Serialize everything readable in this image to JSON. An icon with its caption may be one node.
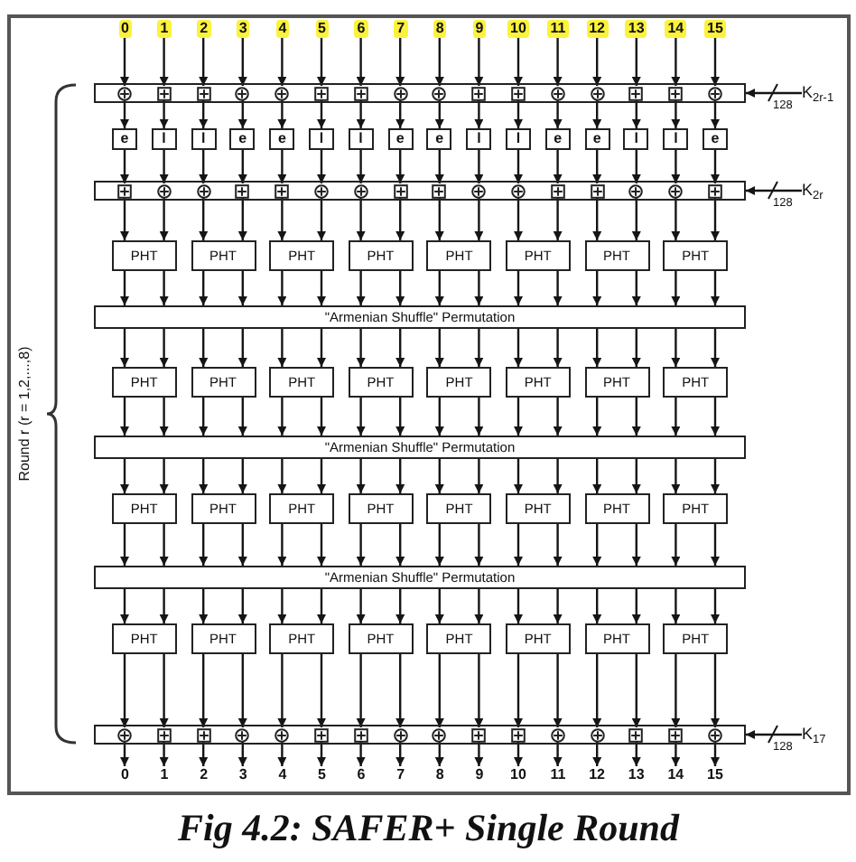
{
  "diagram": {
    "caption": "Fig 4.2: SAFER+ Single Round",
    "nodes": [
      {
        "text": [
          "0"
        ]
      },
      {
        "text": [
          "1"
        ]
      },
      {
        "text": [
          "2"
        ]
      },
      {
        "text": [
          "3"
        ]
      },
      {
        "text": [
          "4"
        ]
      },
      {
        "text": [
          "5"
        ]
      },
      {
        "text": [
          "6"
        ]
      },
      {
        "text": [
          "7"
        ]
      },
      {
        "text": [
          "8"
        ]
      },
      {
        "text": [
          "9"
        ]
      },
      {
        "text": [
          "10"
        ]
      },
      {
        "text": [
          "11"
        ]
      },
      {
        "text": [
          "12"
        ]
      },
      {
        "text": [
          "13"
        ]
      },
      {
        "text": [
          "14"
        ]
      },
      {
        "text": [
          "15"
        ]
      },
      {
        "text": [],
        "shape": "bar"
      },
      {
        "text": [],
        "shape": "circle",
        "in": 16
      },
      {
        "text": [],
        "shape": "box",
        "in": 16
      },
      {
        "text": [],
        "shape": "box",
        "in": 16
      },
      {
        "text": [],
        "shape": "circle",
        "in": 16
      },
      {
        "text": [],
        "shape": "circle",
        "in": 16
      },
      {
        "text": [],
        "shape": "box",
        "in": 16
      },
      {
        "text": [],
        "shape": "box",
        "in": 16
      },
      {
        "text": [],
        "shape": "circle",
        "in": 16
      },
      {
        "text": [],
        "shape": "circle",
        "in": 16
      },
      {
        "text": [],
        "shape": "box",
        "in": 16
      },
      {
        "text": [],
        "shape": "box",
        "in": 16
      },
      {
        "text": [],
        "shape": "circle",
        "in": 16
      },
      {
        "text": [],
        "shape": "circle",
        "in": 16
      },
      {
        "text": [],
        "shape": "box",
        "in": 16
      },
      {
        "text": [],
        "shape": "box",
        "in": 16
      },
      {
        "text": [],
        "shape": "circle",
        "in": 16
      },
      {
        "text": [
          "K$_{2r-1}$"
        ]
      },
      {
        "text": [
          "e"
        ]
      },
      {
        "text": [
          "l"
        ]
      },
      {
        "text": [
          "l"
        ]
      },
      {
        "text": [
          "e"
        ]
      },
      {
        "text": [
          "e"
        ]
      },
      {
        "text": [
          "l"
        ]
      },
      {
        "text": [
          "l"
        ]
      },
      {
        "text": [
          "e"
        ]
      },
      {
        "text": [
          "e"
        ]
      },
      {
        "text": [
          "l"
        ]
      },
      {
        "text": [
          "l"
        ]
      },
      {
        "text": [
          "e"
        ]
      },
      {
        "text": [
          "e"
        ]
      },
      {
        "text": [
          "l"
        ]
      },
      {
        "text": [
          "l"
        ]
      },
      {
        "text": [
          "e"
        ]
      },
      {
        "text": [],
        "shape": "bar"
      },
      {
        "text": [],
        "shape": "box",
        "in": 50
      },
      {
        "text": [],
        "shape": "circle",
        "in": 50
      },
      {
        "text": [],
        "shape": "circle",
        "in": 50
      },
      {
        "text": [],
        "shape": "box",
        "in": 50
      },
      {
        "text": [],
        "shape": "box",
        "in": 50
      },
      {
        "text": [],
        "shape": "circle",
        "in": 50
      },
      {
        "text": [],
        "shape": "circle",
        "in": 50
      },
      {
        "text": [],
        "shape": "box",
        "in": 50
      },
      {
        "text": [],
        "shape": "box",
        "in": 50
      },
      {
        "text": [],
        "shape": "circle",
        "in": 50
      },
      {
        "text": [],
        "shape": "circle",
        "in": 50
      },
      {
        "text": [],
        "shape": "box",
        "in": 50
      },
      {
        "text": [],
        "shape": "box",
        "in": 50
      },
      {
        "text": [],
        "shape": "circle",
        "in": 50
      },
      {
        "text": [],
        "shape": "circle",
        "in": 50
      },
      {
        "text": [],
        "shape": "box",
        "in": 50
      },
      {
        "text": [
          "K$_{2r}$"
        ]
      },
      {
        "text": [
          "PHT"
        ]
      },
      {
        "text": [
          "PHT"
        ]
      },
      {
        "text": [
          "PHT"
        ]
      },
      {
        "text": [
          "PHT"
        ]
      },
      {
        "text": [
          "PHT"
        ]
      },
      {
        "text": [
          "PHT"
        ]
      },
      {
        "text": [
          "PHT"
        ]
      },
      {
        "text": [
          "PHT"
        ]
      },
      {
        "text": [
          "\"Armenian Shuffle\" Permutation"
        ]
      },
      {
        "text": [
          "PHT"
        ]
      },
      {
        "text": [
          "PHT"
        ]
      },
      {
        "text": [
          "PHT"
        ]
      },
      {
        "text": [
          "PHT"
        ]
      },
      {
        "text": [
          "PHT"
        ]
      },
      {
        "text": [
          "PHT"
        ]
      },
      {
        "text": [
          "PHT"
        ]
      },
      {
        "text": [
          "PHT"
        ]
      },
      {
        "text": [
          "\"Armenian Shuffle\" Permutation"
        ]
      },
      {
        "text": [
          "PHT"
        ]
      },
      {
        "text": [
          "PHT"
        ]
      },
      {
        "text": [
          "PHT"
        ]
      },
      {
        "text": [
          "PHT"
        ]
      },
      {
        "text": [
          "PHT"
        ]
      },
      {
        "text": [
          "PHT"
        ]
      },
      {
        "text": [
          "PHT"
        ]
      },
      {
        "text": [
          "PHT"
        ]
      },
      {
        "text": [
          "\"Armenian Shuffle\" Permutation"
        ]
      },
      {
        "text": [
          "PHT"
        ]
      },
      {
        "text": [
          "PHT"
        ]
      },
      {
        "text": [
          "PHT"
        ]
      },
      {
        "text": [
          "PHT"
        ]
      },
      {
        "text": [
          "PHT"
        ]
      },
      {
        "text": [
          "PHT"
        ]
      },
      {
        "text": [
          "PHT"
        ]
      },
      {
        "text": [
          "PHT"
        ]
      },
      {
        "text": [],
        "shape": "bar"
      },
      {
        "text": [],
        "shape": "circle",
        "in": 103
      },
      {
        "text": [],
        "shape": "box",
        "in": 103
      },
      {
        "text": [],
        "shape": "box",
        "in": 103
      },
      {
        "text": [],
        "shape": "circle",
        "in": 103
      },
      {
        "text": [],
        "shape": "circle",
        "in": 103
      },
      {
        "text": [],
        "shape": "box",
        "in": 103
      },
      {
        "text": [],
        "shape": "box",
        "in": 103
      },
      {
        "text": [],
        "shape": "circle",
        "in": 103
      },
      {
        "text": [],
        "shape": "circle",
        "in": 103
      },
      {
        "text": [],
        "shape": "box",
        "in": 103
      },
      {
        "text": [],
        "shape": "box",
        "in": 103
      },
      {
        "text": [],
        "shape": "circle",
        "in": 103
      },
      {
        "text": [],
        "shape": "circle",
        "in": 103
      },
      {
        "text": [],
        "shape": "box",
        "in": 103
      },
      {
        "text": [],
        "shape": "box",
        "in": 103
      },
      {
        "text": [],
        "shape": "circle",
        "in": 103
      },
      {
        "text": [
          "K$_{17}$"
        ]
      },
      {
        "text": [
          "0"
        ]
      },
      {
        "text": [
          "1"
        ]
      },
      {
        "text": [
          "2"
        ]
      },
      {
        "text": [
          "3"
        ]
      },
      {
        "text": [
          "4"
        ]
      },
      {
        "text": [
          "5"
        ]
      },
      {
        "text": [
          "6"
        ]
      },
      {
        "text": [
          "7"
        ]
      },
      {
        "text": [
          "8"
        ]
      },
      {
        "text": [
          "9"
        ]
      },
      {
        "text": [
          "10"
        ]
      },
      {
        "text": [
          "11"
        ]
      },
      {
        "text": [
          "12"
        ]
      },
      {
        "text": [
          "13"
        ]
      },
      {
        "text": [
          "14"
        ]
      },
      {
        "text": [
          "15"
        ]
      }
    ],
    "edges": [
      {
        "from": 0,
        "to": 17,
        "arrow": "to"
      },
      {
        "from": 1,
        "to": 18,
        "arrow": "to"
      },
      {
        "from": 2,
        "to": 19,
        "arrow": "to"
      },
      {
        "from": 3,
        "to": 20,
        "arrow": "to"
      },
      {
        "from": 4,
        "to": 21,
        "arrow": "to"
      },
      {
        "from": 5,
        "to": 22,
        "arrow": "to"
      },
      {
        "from": 6,
        "to": 23,
        "arrow": "to"
      },
      {
        "from": 7,
        "to": 24,
        "arrow": "to"
      },
      {
        "from": 8,
        "to": 25,
        "arrow": "to"
      },
      {
        "from": 9,
        "to": 26,
        "arrow": "to"
      },
      {
        "from": 10,
        "to": 27,
        "arrow": "to"
      },
      {
        "from": 11,
        "to": 28,
        "arrow": "to"
      },
      {
        "from": 12,
        "to": 29,
        "arrow": "to"
      },
      {
        "from": 13,
        "to": 30,
        "arrow": "to"
      },
      {
        "from": 14,
        "to": 31,
        "arrow": "to"
      },
      {
        "from": 15,
        "to": 32,
        "arrow": "to"
      },
      {
        "from": 33,
        "to": 16,
        "arrow": "to",
        "label": "128"
      },
      {
        "from": 17,
        "to": 34,
        "arrow": "to"
      },
      {
        "from": 18,
        "to": 35,
        "arrow": "to"
      },
      {
        "from": 19,
        "to": 36,
        "arrow": "to"
      },
      {
        "from": 20,
        "to": 37,
        "arrow": "to"
      },
      {
        "from": 21,
        "to": 38,
        "arrow": "to"
      },
      {
        "from": 22,
        "to": 39,
        "arrow": "to"
      },
      {
        "from": 23,
        "to": 40,
        "arrow": "to"
      },
      {
        "from": 24,
        "to": 41,
        "arrow": "to"
      },
      {
        "from": 25,
        "to": 42,
        "arrow": "to"
      },
      {
        "from": 26,
        "to": 43,
        "arrow": "to"
      },
      {
        "from": 27,
        "to": 44,
        "arrow": "to"
      },
      {
        "from": 28,
        "to": 45,
        "arrow": "to"
      },
      {
        "from": 29,
        "to": 46,
        "arrow": "to"
      },
      {
        "from": 30,
        "to": 47,
        "arrow": "to"
      },
      {
        "from": 31,
        "to": 48,
        "arrow": "to"
      },
      {
        "from": 32,
        "to": 49,
        "arrow": "to"
      },
      {
        "from": 34,
        "to": 51,
        "arrow": "to"
      },
      {
        "from": 35,
        "to": 52,
        "arrow": "to"
      },
      {
        "from": 36,
        "to": 53,
        "arrow": "to"
      },
      {
        "from": 37,
        "to": 54,
        "arrow": "to"
      },
      {
        "from": 38,
        "to": 55,
        "arrow": "to"
      },
      {
        "from": 39,
        "to": 56,
        "arrow": "to"
      },
      {
        "from": 40,
        "to": 57,
        "arrow": "to"
      },
      {
        "from": 41,
        "to": 58,
        "arrow": "to"
      },
      {
        "from": 42,
        "to": 59,
        "arrow": "to"
      },
      {
        "from": 43,
        "to": 60,
        "arrow": "to"
      },
      {
        "from": 44,
        "to": 61,
        "arrow": "to"
      },
      {
        "from": 45,
        "to": 62,
        "arrow": "to"
      },
      {
        "from": 46,
        "to": 63,
        "arrow": "to"
      },
      {
        "from": 47,
        "to": 64,
        "arrow": "to"
      },
      {
        "from": 48,
        "to": 65,
        "arrow": "to"
      },
      {
        "from": 49,
        "to": 66,
        "arrow": "to"
      },
      {
        "from": 67,
        "to": 50,
        "arrow": "to",
        "label": "128"
      },
      {
        "from": 51,
        "to": 68,
        "arrow": "to"
      },
      {
        "from": 52,
        "to": 68,
        "arrow": "to"
      },
      {
        "from": 53,
        "to": 69,
        "arrow": "to"
      },
      {
        "from": 54,
        "to": 69,
        "arrow": "to"
      },
      {
        "from": 55,
        "to": 70,
        "arrow": "to"
      },
      {
        "from": 56,
        "to": 70,
        "arrow": "to"
      },
      {
        "from": 57,
        "to": 71,
        "arrow": "to"
      },
      {
        "from": 58,
        "to": 71,
        "arrow": "to"
      },
      {
        "from": 59,
        "to": 72,
        "arrow": "to"
      },
      {
        "from": 60,
        "to": 72,
        "arrow": "to"
      },
      {
        "from": 61,
        "to": 73,
        "arrow": "to"
      },
      {
        "from": 62,
        "to": 73,
        "arrow": "to"
      },
      {
        "from": 63,
        "to": 74,
        "arrow": "to"
      },
      {
        "from": 64,
        "to": 74,
        "arrow": "to"
      },
      {
        "from": 65,
        "to": 75,
        "arrow": "to"
      },
      {
        "from": 66,
        "to": 75,
        "arrow": "to"
      },
      {
        "from": 68,
        "to": 76,
        "arrow": "to"
      },
      {
        "from": 68,
        "to": 76,
        "arrow": "to"
      },
      {
        "from": 69,
        "to": 76,
        "arrow": "to"
      },
      {
        "from": 69,
        "to": 76,
        "arrow": "to"
      },
      {
        "from": 70,
        "to": 76,
        "arrow": "to"
      },
      {
        "from": 70,
        "to": 76,
        "arrow": "to"
      },
      {
        "from": 71,
        "to": 76,
        "arrow": "to"
      },
      {
        "from": 71,
        "to": 76,
        "arrow": "to"
      },
      {
        "from": 72,
        "to": 76,
        "arrow": "to"
      },
      {
        "from": 72,
        "to": 76,
        "arrow": "to"
      },
      {
        "from": 73,
        "to": 76,
        "arrow": "to"
      },
      {
        "from": 73,
        "to": 76,
        "arrow": "to"
      },
      {
        "from": 74,
        "to": 76,
        "arrow": "to"
      },
      {
        "from": 74,
        "to": 76,
        "arrow": "to"
      },
      {
        "from": 75,
        "to": 76,
        "arrow": "to"
      },
      {
        "from": 75,
        "to": 76,
        "arrow": "to"
      },
      {
        "from": 76,
        "to": 77,
        "arrow": "to"
      },
      {
        "from": 76,
        "to": 77,
        "arrow": "to"
      },
      {
        "from": 76,
        "to": 78,
        "arrow": "to"
      },
      {
        "from": 76,
        "to": 78,
        "arrow": "to"
      },
      {
        "from": 76,
        "to": 79,
        "arrow": "to"
      },
      {
        "from": 76,
        "to": 79,
        "arrow": "to"
      },
      {
        "from": 76,
        "to": 80,
        "arrow": "to"
      },
      {
        "from": 76,
        "to": 80,
        "arrow": "to"
      },
      {
        "from": 76,
        "to": 81,
        "arrow": "to"
      },
      {
        "from": 76,
        "to": 81,
        "arrow": "to"
      },
      {
        "from": 76,
        "to": 82,
        "arrow": "to"
      },
      {
        "from": 76,
        "to": 82,
        "arrow": "to"
      },
      {
        "from": 76,
        "to": 83,
        "arrow": "to"
      },
      {
        "from": 76,
        "to": 83,
        "arrow": "to"
      },
      {
        "from": 76,
        "to": 84,
        "arrow": "to"
      },
      {
        "from": 76,
        "to": 84,
        "arrow": "to"
      },
      {
        "from": 77,
        "to": 85,
        "arrow": "to"
      },
      {
        "from": 77,
        "to": 85,
        "arrow": "to"
      },
      {
        "from": 78,
        "to": 85,
        "arrow": "to"
      },
      {
        "from": 78,
        "to": 85,
        "arrow": "to"
      },
      {
        "from": 79,
        "to": 85,
        "arrow": "to"
      },
      {
        "from": 79,
        "to": 85,
        "arrow": "to"
      },
      {
        "from": 80,
        "to": 85,
        "arrow": "to"
      },
      {
        "from": 80,
        "to": 85,
        "arrow": "to"
      },
      {
        "from": 81,
        "to": 85,
        "arrow": "to"
      },
      {
        "from": 81,
        "to": 85,
        "arrow": "to"
      },
      {
        "from": 82,
        "to": 85,
        "arrow": "to"
      },
      {
        "from": 82,
        "to": 85,
        "arrow": "to"
      },
      {
        "from": 83,
        "to": 85,
        "arrow": "to"
      },
      {
        "from": 83,
        "to": 85,
        "arrow": "to"
      },
      {
        "from": 84,
        "to": 85,
        "arrow": "to"
      },
      {
        "from": 84,
        "to": 85,
        "arrow": "to"
      },
      {
        "from": 85,
        "to": 86,
        "arrow": "to"
      },
      {
        "from": 85,
        "to": 86,
        "arrow": "to"
      },
      {
        "from": 85,
        "to": 87,
        "arrow": "to"
      },
      {
        "from": 85,
        "to": 87,
        "arrow": "to"
      },
      {
        "from": 85,
        "to": 88,
        "arrow": "to"
      },
      {
        "from": 85,
        "to": 88,
        "arrow": "to"
      },
      {
        "from": 85,
        "to": 89,
        "arrow": "to"
      },
      {
        "from": 85,
        "to": 89,
        "arrow": "to"
      },
      {
        "from": 85,
        "to": 90,
        "arrow": "to"
      },
      {
        "from": 85,
        "to": 90,
        "arrow": "to"
      },
      {
        "from": 85,
        "to": 91,
        "arrow": "to"
      },
      {
        "from": 85,
        "to": 91,
        "arrow": "to"
      },
      {
        "from": 85,
        "to": 92,
        "arrow": "to"
      },
      {
        "from": 85,
        "to": 92,
        "arrow": "to"
      },
      {
        "from": 85,
        "to": 93,
        "arrow": "to"
      },
      {
        "from": 85,
        "to": 93,
        "arrow": "to"
      },
      {
        "from": 86,
        "to": 94,
        "arrow": "to"
      },
      {
        "from": 86,
        "to": 94,
        "arrow": "to"
      },
      {
        "from": 87,
        "to": 94,
        "arrow": "to"
      },
      {
        "from": 87,
        "to": 94,
        "arrow": "to"
      },
      {
        "from": 88,
        "to": 94,
        "arrow": "to"
      },
      {
        "from": 88,
        "to": 94,
        "arrow": "to"
      },
      {
        "from": 89,
        "to": 94,
        "arrow": "to"
      },
      {
        "from": 89,
        "to": 94,
        "arrow": "to"
      },
      {
        "from": 90,
        "to": 94,
        "arrow": "to"
      },
      {
        "from": 90,
        "to": 94,
        "arrow": "to"
      },
      {
        "from": 91,
        "to": 94,
        "arrow": "to"
      },
      {
        "from": 91,
        "to": 94,
        "arrow": "to"
      },
      {
        "from": 92,
        "to": 94,
        "arrow": "to"
      },
      {
        "from": 92,
        "to": 94,
        "arrow": "to"
      },
      {
        "from": 93,
        "to": 94,
        "arrow": "to"
      },
      {
        "from": 93,
        "to": 94,
        "arrow": "to"
      },
      {
        "from": 94,
        "to": 95,
        "arrow": "to"
      },
      {
        "from": 94,
        "to": 95,
        "arrow": "to"
      },
      {
        "from": 94,
        "to": 96,
        "arrow": "to"
      },
      {
        "from": 94,
        "to": 96,
        "arrow": "to"
      },
      {
        "from": 94,
        "to": 97,
        "arrow": "to"
      },
      {
        "from": 94,
        "to": 97,
        "arrow": "to"
      },
      {
        "from": 94,
        "to": 98,
        "arrow": "to"
      },
      {
        "from": 94,
        "to": 98,
        "arrow": "to"
      },
      {
        "from": 94,
        "to": 99,
        "arrow": "to"
      },
      {
        "from": 94,
        "to": 99,
        "arrow": "to"
      },
      {
        "from": 94,
        "to": 100,
        "arrow": "to"
      },
      {
        "from": 94,
        "to": 100,
        "arrow": "to"
      },
      {
        "from": 94,
        "to": 101,
        "arrow": "to"
      },
      {
        "from": 94,
        "to": 101,
        "arrow": "to"
      },
      {
        "from": 94,
        "to": 102,
        "arrow": "to"
      },
      {
        "from": 94,
        "to": 102,
        "arrow": "to"
      },
      {
        "from": 95,
        "to": 104,
        "arrow": "to"
      },
      {
        "from": 95,
        "to": 105,
        "arrow": "to"
      },
      {
        "from": 96,
        "to": 106,
        "arrow": "to"
      },
      {
        "from": 96,
        "to": 107,
        "arrow": "to"
      },
      {
        "from": 97,
        "to": 108,
        "arrow": "to"
      },
      {
        "from": 97,
        "to": 109,
        "arrow": "to"
      },
      {
        "from": 98,
        "to": 110,
        "arrow": "to"
      },
      {
        "from": 98,
        "to": 111,
        "arrow": "to"
      },
      {
        "from": 99,
        "to": 112,
        "arrow": "to"
      },
      {
        "from": 99,
        "to": 113,
        "arrow": "to"
      },
      {
        "from": 100,
        "to": 114,
        "arrow": "to"
      },
      {
        "from": 100,
        "to": 115,
        "arrow": "to"
      },
      {
        "from": 101,
        "to": 116,
        "arrow": "to"
      },
      {
        "from": 101,
        "to": 117,
        "arrow": "to"
      },
      {
        "from": 102,
        "to": 118,
        "arrow": "to"
      },
      {
        "from": 102,
        "to": 119,
        "arrow": "to"
      },
      {
        "from": 120,
        "to": 103,
        "arrow": "to",
        "label": "128"
      },
      {
        "from": 104,
        "to": 121,
        "arrow": "to"
      },
      {
        "from": 105,
        "to": 122,
        "arrow": "to"
      },
      {
        "from": 106,
        "to": 123,
        "arrow": "to"
      },
      {
        "from": 107,
        "to": 124,
        "arrow": "to"
      },
      {
        "from": 108,
        "to": 125,
        "arrow": "to"
      },
      {
        "from": 109,
        "to": 126,
        "arrow": "to"
      },
      {
        "from": 110,
        "to": 127,
        "arrow": "to"
      },
      {
        "from": 111,
        "to": 128,
        "arrow": "to"
      },
      {
        "from": 112,
        "to": 129,
        "arrow": "to"
      },
      {
        "from": 113,
        "to": 130,
        "arrow": "to"
      },
      {
        "from": 114,
        "to": 131,
        "arrow": "to"
      },
      {
        "from": 115,
        "to": 132,
        "arrow": "to"
      },
      {
        "from": 116,
        "to": 133,
        "arrow": "to"
      },
      {
        "from": 117,
        "to": 134,
        "arrow": "to"
      },
      {
        "from": 118,
        "to": 135,
        "arrow": "to"
      },
      {
        "from": 119,
        "to": 136,
        "arrow": "to"
      }
    ],
    "labels": [
      "Round r (r = 1,2,...,8)"
    ]
  }
}
